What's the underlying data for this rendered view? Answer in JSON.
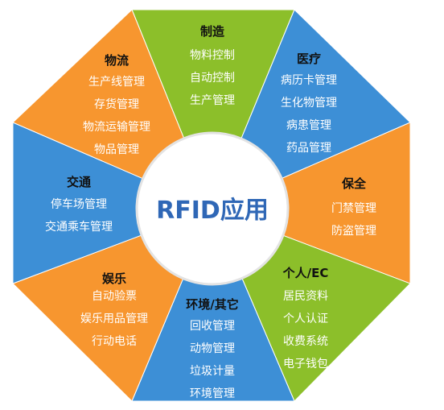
{
  "colors": {
    "orange": "#f7962f",
    "green": "#8cbf2a",
    "blue": "#3d8fd6",
    "center_fill": "#ffffff",
    "center_text": "#2f67b6"
  },
  "center": {
    "label": "RFID应用"
  },
  "sectors": [
    {
      "id": "manufacturing",
      "color": "green",
      "title": "制造",
      "items": [
        "物料控制",
        "自动控制",
        "生产管理"
      ]
    },
    {
      "id": "medical",
      "color": "blue",
      "title": "医疗",
      "items": [
        "病历卡管理",
        "生化物管理",
        "病患管理",
        "药品管理"
      ]
    },
    {
      "id": "security",
      "color": "orange",
      "title": "保全",
      "items": [
        "门禁管理",
        "防盗管理"
      ]
    },
    {
      "id": "personal-ec",
      "color": "green",
      "title": "个人/EC",
      "items": [
        "居民资料",
        "个人认证",
        "收费系统",
        "电子钱包"
      ]
    },
    {
      "id": "environment-other",
      "color": "blue",
      "title": "环境/其它",
      "items": [
        "回收管理",
        "动物管理",
        "垃圾计量",
        "环境管理"
      ]
    },
    {
      "id": "entertainment",
      "color": "orange",
      "title": "娱乐",
      "items": [
        "自动验票",
        "娱乐用品管理",
        "行动电话"
      ]
    },
    {
      "id": "transportation",
      "color": "blue",
      "title": "交通",
      "items": [
        "停车场管理",
        "交通乘车管理"
      ]
    },
    {
      "id": "logistics",
      "color": "orange",
      "title": "物流",
      "items": [
        "生产线管理",
        "存货管理",
        "物流运输管理",
        "物品管理"
      ]
    }
  ]
}
